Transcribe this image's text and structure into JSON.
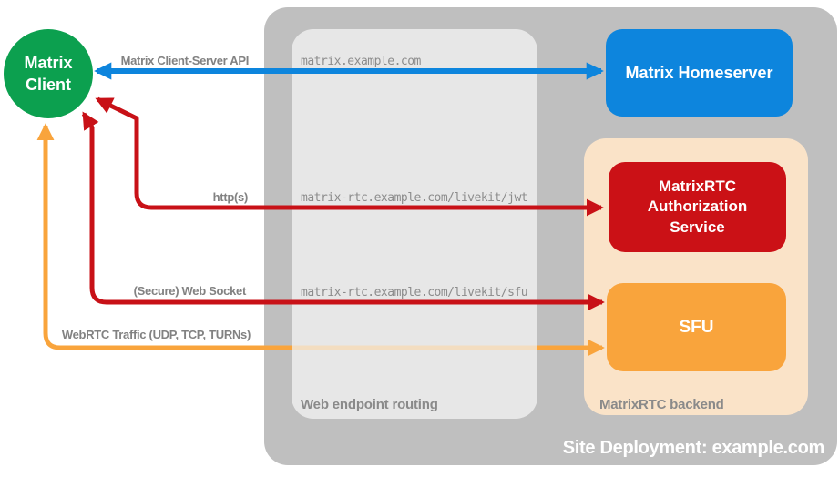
{
  "client": {
    "label": "Matrix Client",
    "color": "#0ca04f"
  },
  "site": {
    "label": "Site Deployment: example.com",
    "bg": "#bfbfbf",
    "label_color": "#ffffff"
  },
  "routing_zone": {
    "label": "Web endpoint routing",
    "bg": "#e7e7e7"
  },
  "backend_zone": {
    "label": "MatrixRTC backend",
    "bg": "#fae3c8"
  },
  "nodes": {
    "homeserver": {
      "label": "Matrix Homeserver",
      "bg": "#0d85dd"
    },
    "auth_service": {
      "label": "MatrixRTC Authorization Service",
      "bg": "#cb1116"
    },
    "sfu": {
      "label": "SFU",
      "bg": "#f9a43c"
    }
  },
  "connections": {
    "client_server_api": {
      "label": "Matrix Client-Server API",
      "endpoint": "matrix.example.com",
      "color": "#0d85dd"
    },
    "https": {
      "label": "http(s)",
      "endpoint": "matrix-rtc.example.com/livekit/jwt",
      "color": "#c81117"
    },
    "websocket": {
      "label": "(Secure) Web Socket",
      "endpoint": "matrix-rtc.example.com/livekit/sfu",
      "color": "#c81117"
    },
    "webrtc": {
      "label": "WebRTC Traffic (UDP, TCP, TURNs)",
      "color": "#f9a43c",
      "faded_color": "#f3ddc0"
    }
  },
  "text_color": {
    "gray_label": "#828282"
  }
}
